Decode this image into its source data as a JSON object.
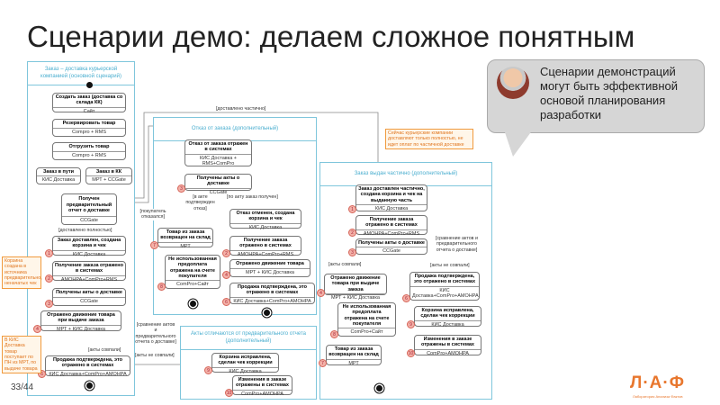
{
  "slide": {
    "title": "Сценарии демо: делаем сложное понятным",
    "page": "33/44",
    "logo": "Л·А·Ф",
    "logo_subtitle": "Лаборатория Анализа Фактов",
    "callout": "Сценарии демонстраций могут быть эффективной основой планирования разработки"
  },
  "lanes": [
    {
      "id": "main",
      "title": "Заказ – доставка курьерской компанией (основной сценарий)"
    },
    {
      "id": "refuse",
      "title": "Отказ от заказа (дополнительный)"
    },
    {
      "id": "acts",
      "title": "Акты отличаются от предварительного отчета (дополнительный)"
    },
    {
      "id": "partial",
      "title": "Заказ выдан частично (дополнительный)"
    }
  ],
  "nodes": [
    {
      "id": "m1",
      "title": "Создать заказ (доставка со склада КК)",
      "system": "Сайт"
    },
    {
      "id": "m2",
      "title": "Резервировать товар",
      "system": "Compro + RMS"
    },
    {
      "id": "m3",
      "title": "Отгрузить товар",
      "system": "Compro + RMS"
    },
    {
      "id": "m4",
      "title": "Заказ в пути",
      "system": "КИС Доставка"
    },
    {
      "id": "m5",
      "title": "Заказ в КК",
      "system": "МРТ + CCGate"
    },
    {
      "id": "m6",
      "title": "Получен предварительный отчет о доставке",
      "system": "CCGate"
    },
    {
      "id": "m7",
      "title": "Заказ доставлен, создана корзина и чек",
      "system": "КИС Доставка",
      "badge": "1"
    },
    {
      "id": "m8",
      "title": "Получение заказа отражено в системах",
      "system": "АМОНРА+ComPro+RMS",
      "badge": "2"
    },
    {
      "id": "m9",
      "title": "Получены акты о доставке",
      "system": "CCGate",
      "badge": "3"
    },
    {
      "id": "m10",
      "title": "Отражено движение товара при выдаче заказа",
      "system": "МРТ + КИС Доставка",
      "badge": "4"
    },
    {
      "id": "m11",
      "title": "Продажа подтверждена, это отражено в системах",
      "system": "КИС Доставка+ComPro+АМОНРА",
      "badge": "6"
    },
    {
      "id": "r1",
      "title": "Отказ от заказа отражен в системах",
      "system": "КИС Доставка + RMS+ComPro"
    },
    {
      "id": "r2",
      "title": "Получены акты о доставке",
      "system": "CCGate",
      "badge": "3"
    },
    {
      "id": "r3",
      "title": "Товар из заказа возвращен на склад",
      "system": "МРТ",
      "badge": "7"
    },
    {
      "id": "r4",
      "title": "Не использованная предоплата отражена на счете покупателя",
      "system": "ComPro+Сайт",
      "badge": "8"
    },
    {
      "id": "r5",
      "title": "Отказ отменен, создана корзина и чек",
      "system": "КИС Доставка"
    },
    {
      "id": "r6",
      "title": "Получение заказа отражено в системах",
      "system": "АМОНРА+ComPro+RMS",
      "badge": "2"
    },
    {
      "id": "r7",
      "title": "Отражено движение товара",
      "system": "МРТ + КИС Доставка",
      "badge": "4"
    },
    {
      "id": "r8",
      "title": "Продажа подтверждена, это отражено в системах",
      "system": "КИС Доставка+ComPro+АМОНРА",
      "badge": "6"
    },
    {
      "id": "a1",
      "title": "Корзина исправлена, сделан чек коррекции",
      "system": "КИС Доставка",
      "badge": "9"
    },
    {
      "id": "a2",
      "title": "Изменения в заказе отражены в системах",
      "system": "ComPro+АМОНРА",
      "badge": "10"
    },
    {
      "id": "p1",
      "title": "Заказ доставлен частично, создана корзина и чек на выданную часть",
      "system": "КИС Доставка",
      "badge": "1"
    },
    {
      "id": "p2",
      "title": "Получение заказа отражено в системах",
      "system": "АМОНРА+ComPro+RMS",
      "badge": "2"
    },
    {
      "id": "p3",
      "title": "Получены акты о доставке",
      "system": "CCGate",
      "badge": "3"
    },
    {
      "id": "p4",
      "title": "Отражено движение товара при выдаче заказа",
      "system": "МРТ + КИС Доставка",
      "badge": "4"
    },
    {
      "id": "p5",
      "title": "Продажа подтверждена, это отражено в системах",
      "system": "КИС Доставка+ComPro+АМОНРА",
      "badge": "6"
    },
    {
      "id": "p6",
      "title": "Не использованная предоплата отражена на счете покупателя",
      "system": "ComPro+Сайт",
      "badge": "8"
    },
    {
      "id": "p7",
      "title": "Корзина исправлена, сделан чек коррекции",
      "system": "КИС Доставка",
      "badge": "9"
    },
    {
      "id": "p8",
      "title": "Товар из заказа возвращен на склад",
      "system": "МРТ",
      "badge": "7"
    },
    {
      "id": "p9",
      "title": "Изменения в заказе отражены в системах",
      "system": "ComPro+АМОНРА",
      "badge": "10"
    }
  ],
  "guards": [
    {
      "id": "g1",
      "text": "[доставлено частично]"
    },
    {
      "id": "g2",
      "text": "[покупатель отказался]"
    },
    {
      "id": "g3",
      "text": "[доставлено полностью]"
    },
    {
      "id": "g4",
      "text": "[сравнение актов и предварительного отчета о доставке]"
    },
    {
      "id": "g5",
      "text": "[акты совпали]"
    },
    {
      "id": "g6",
      "text": "[акты не совпали]"
    },
    {
      "id": "g7",
      "text": "[в акте подтвержден отказ]"
    },
    {
      "id": "g8",
      "text": "[по акту заказ получен]"
    },
    {
      "id": "g9",
      "text": "[сравнение актов и предварительного отчета о доставке]"
    },
    {
      "id": "g10",
      "text": "[акты совпали]"
    },
    {
      "id": "g11",
      "text": "[акты не совпали]"
    }
  ],
  "notes": [
    {
      "id": "n1",
      "text": "Корзина создана в источника предварительно, неначатых чек"
    },
    {
      "id": "n2",
      "text": "В КИС Доставка товар поступает по ПН из МРТ, по выдаче товара"
    },
    {
      "id": "n3",
      "text": "Сейчас курьерские компании доставляют только полностью, не идет оплат по частичной доставке"
    }
  ]
}
